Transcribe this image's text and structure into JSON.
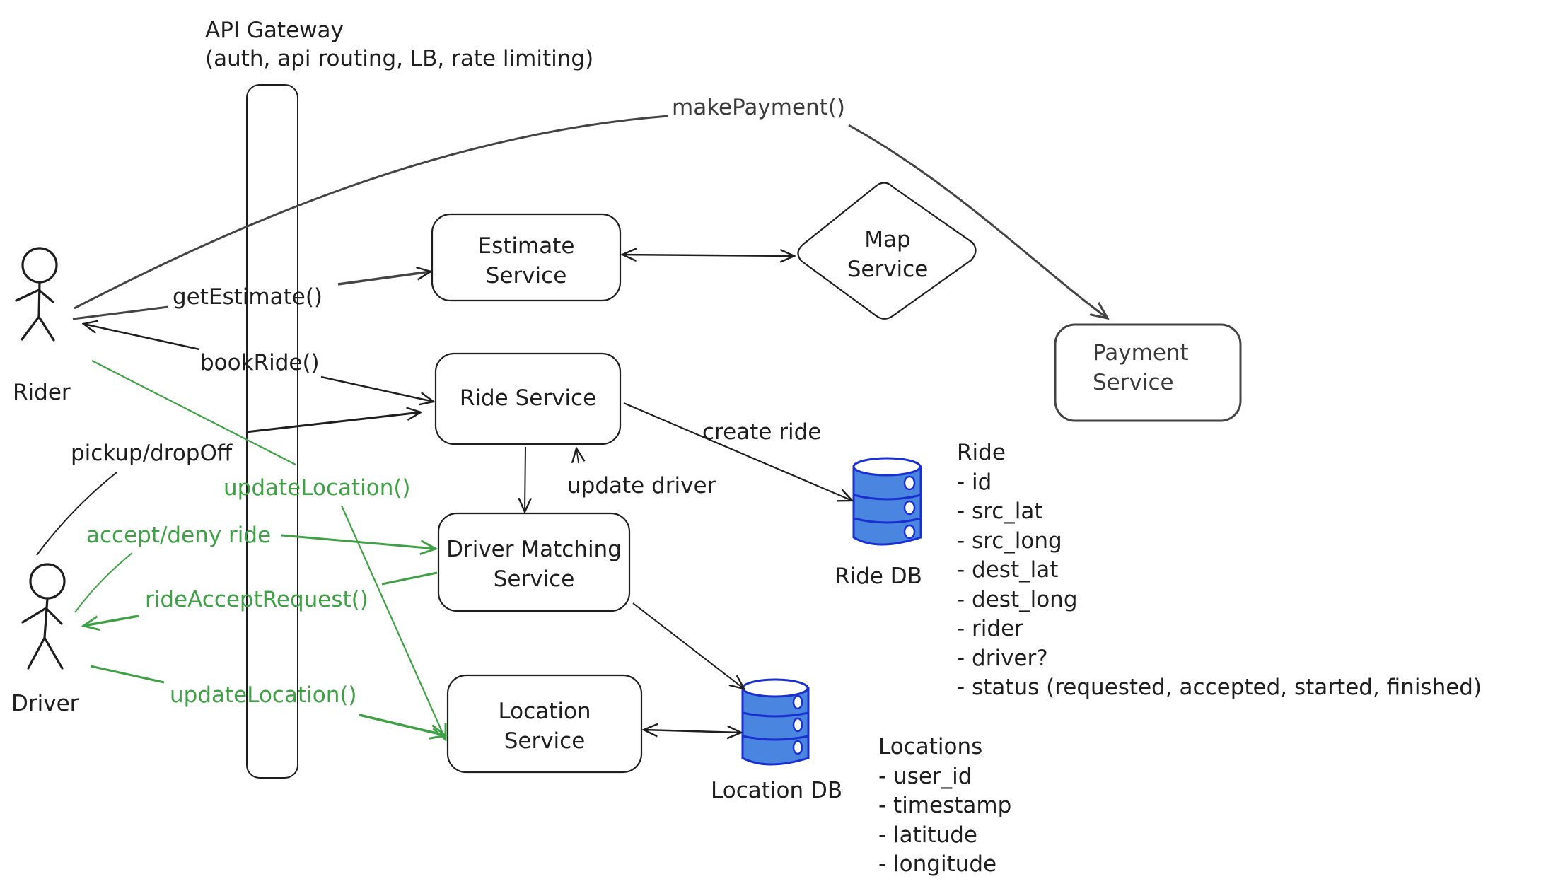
{
  "colors": {
    "stroke": "#1e1e1e",
    "green": "#40a046",
    "db_fill": "#4a86e0",
    "db_stroke": "#1a2fd0",
    "payment_stroke": "#444444"
  },
  "gateway": {
    "title": "API Gateway",
    "subtitle": "(auth, api routing, LB, rate limiting)"
  },
  "actors": {
    "rider": "Rider",
    "driver": "Driver"
  },
  "services": {
    "estimate": [
      "Estimate",
      "Service"
    ],
    "map": [
      "Map",
      "Service"
    ],
    "payment": [
      "Payment",
      "Service"
    ],
    "ride": "Ride Service",
    "driver_matching": [
      "Driver Matching",
      "Service"
    ],
    "location": [
      "Location",
      "Service"
    ]
  },
  "databases": {
    "ride_db": "Ride DB",
    "location_db": "Location DB"
  },
  "edges": {
    "make_payment": "makePayment()",
    "get_estimate": "getEstimate()",
    "book_ride": "bookRide()",
    "pickup_dropoff": "pickup/dropOff",
    "update_location_rider": "updateLocation()",
    "accept_deny": "accept/deny ride",
    "ride_accept_request": "rideAcceptRequest()",
    "update_location_driver": "updateLocation()",
    "create_ride": "create ride",
    "update_driver": "update driver"
  },
  "schemas": {
    "ride": {
      "title": "Ride",
      "fields": [
        "- id",
        "- src_lat",
        "- src_long",
        "- dest_lat",
        "- dest_long",
        "- rider",
        "- driver?",
        "- status (requested, accepted, started, finished)"
      ]
    },
    "locations": {
      "title": "Locations",
      "fields": [
        "- user_id",
        "- timestamp",
        "- latitude",
        "- longitude"
      ]
    }
  }
}
